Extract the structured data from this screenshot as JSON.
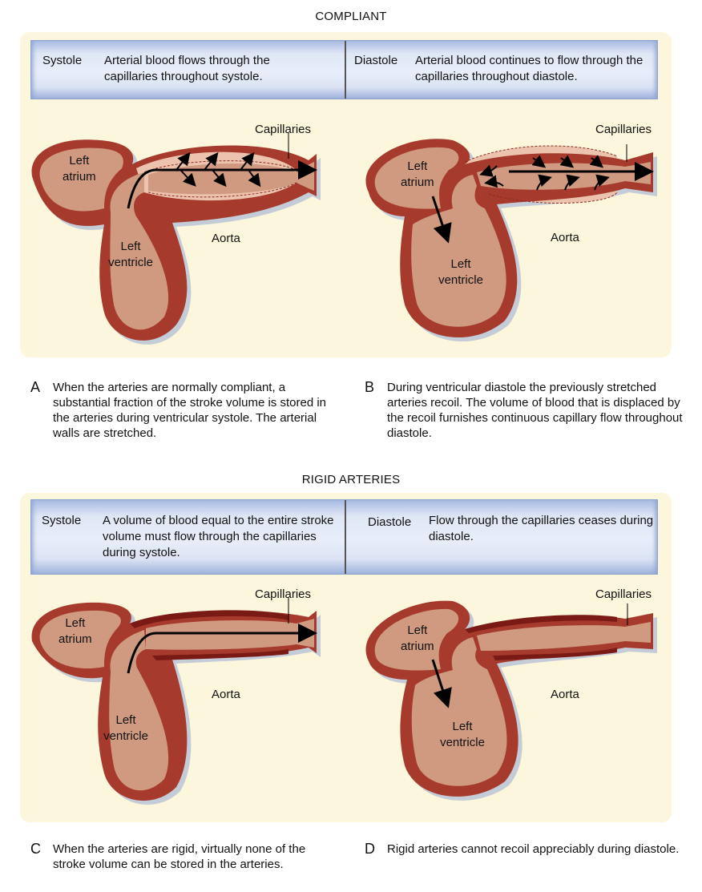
{
  "sections": [
    {
      "title": "COMPLIANT",
      "banner": {
        "left": {
          "label": "Systole",
          "text": "Arterial blood flows through the capillaries throughout systole."
        },
        "right": {
          "label": "Diastole",
          "text": "Arterial blood continues to flow through the capillaries throughout diastole."
        }
      },
      "diagrams": [
        {
          "atrium": "Left atrium",
          "ventricle": "Left ventricle",
          "aorta": "Aorta",
          "capillaries": "Capillaries"
        },
        {
          "atrium": "Left atrium",
          "ventricle": "Left ventricle",
          "aorta": "Aorta",
          "capillaries": "Capillaries"
        }
      ],
      "captions": [
        {
          "letter": "A",
          "text": "When the arteries are normally compliant, a substantial fraction of the stroke volume is stored in the arteries during ventricular systole. The arterial walls are stretched."
        },
        {
          "letter": "B",
          "text": "During ventricular diastole the previously stretched arteries recoil.  The volume of blood that is displaced by the recoil furnishes continuous capillary flow throughout diastole."
        }
      ]
    },
    {
      "title": "RIGID ARTERIES",
      "banner": {
        "left": {
          "label": "Systole",
          "text": "A volume of blood equal to the entire stroke volume must flow through the capillaries during systole."
        },
        "right": {
          "label": "Diastole",
          "text": "Flow through the capillaries ceases during diastole."
        }
      },
      "diagrams": [
        {
          "atrium": "Left atrium",
          "ventricle": "Left ventricle",
          "aorta": "Aorta",
          "capillaries": "Capillaries"
        },
        {
          "atrium": "Left atrium",
          "ventricle": "Left ventricle",
          "aorta": "Aorta",
          "capillaries": "Capillaries"
        }
      ],
      "captions": [
        {
          "letter": "C",
          "text": "When the arteries are rigid, virtually none of the stroke volume can be stored in the arteries."
        },
        {
          "letter": "D",
          "text": "Rigid arteries cannot recoil appreciably during diastole."
        }
      ]
    }
  ],
  "colors": {
    "panel_bg": "#fbf6dc",
    "banner_blue": "#dfe7f6",
    "wall_red": "#a63a2c",
    "blood_tissue": "#cf9a80",
    "stretched_zone": "#ecc4ae"
  }
}
